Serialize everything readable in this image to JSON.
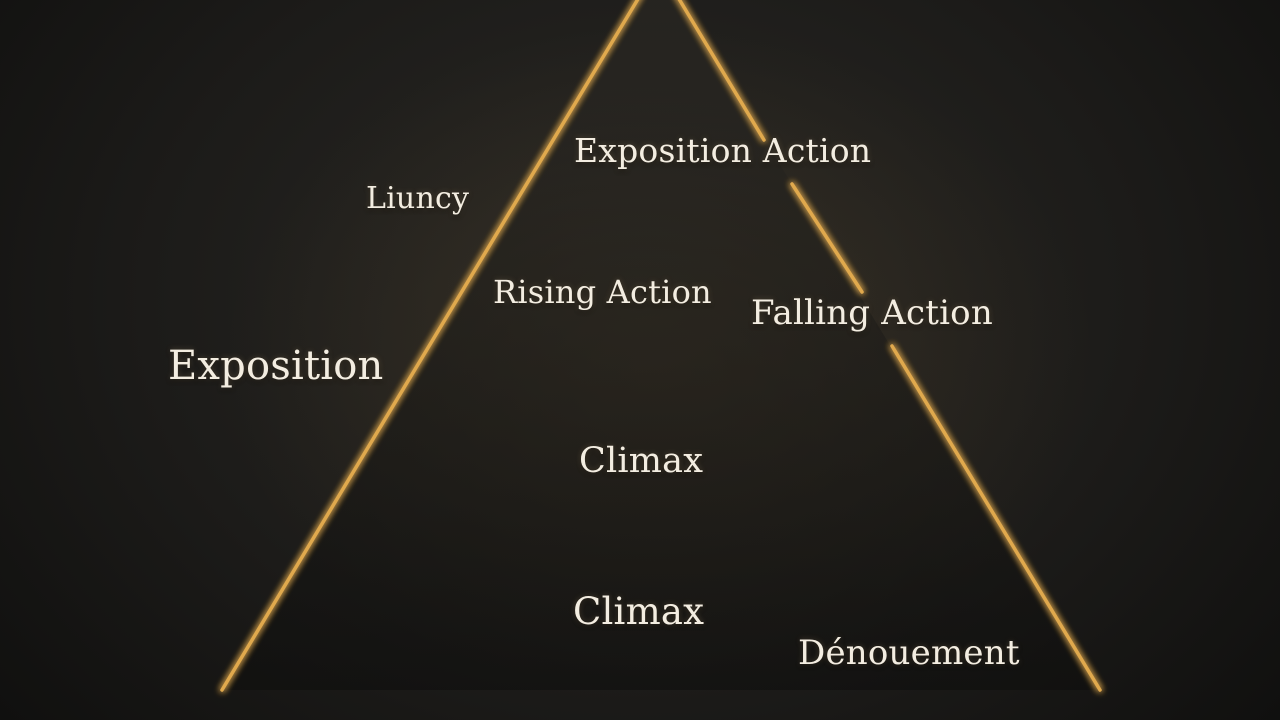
{
  "diagram": {
    "labels": {
      "tier1": "Exposition Action",
      "tier2": "Rising Action",
      "tier3": "Climax",
      "tier4": "Climax",
      "left_upper": "Liuncy",
      "left_lower": "Exposition",
      "right_middle": "Falling Action",
      "right_bottom": "Dénouement"
    },
    "colors": {
      "outline": "#e0a94e",
      "text": "#f3ede1",
      "background": "#1c1b19"
    }
  }
}
